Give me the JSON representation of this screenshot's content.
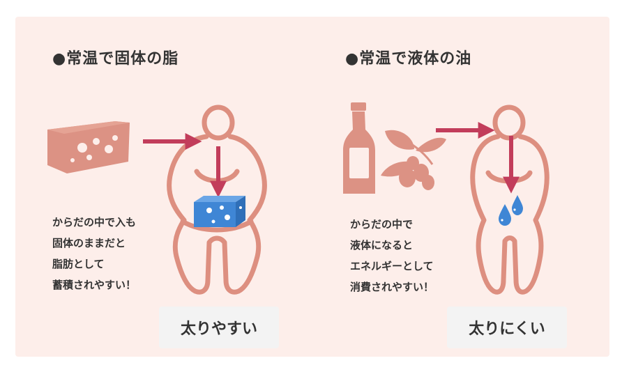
{
  "left": {
    "heading": "●常温で固体の脂",
    "desc": [
      "からだの中で入も",
      "固体のままだと",
      "脂肪として",
      "蓄積されやすい！"
    ],
    "result": "太りやすい"
  },
  "right": {
    "heading": "●常温で液体の油",
    "desc": [
      "からだの中で",
      "液体になると",
      "エネルギーとして",
      "消費されやすい！"
    ],
    "result": "太りにくい"
  },
  "colors": {
    "background": "#fdeeea",
    "body_outline": "#dd8f80",
    "food": "#dc9284",
    "arrow": "#c23d5b",
    "cube": "#3f86d5",
    "drops": "#3f86d5"
  },
  "icons": [
    "cheese-icon",
    "oil-bottle-icon",
    "olive-branch-icon",
    "fat-cube-icon",
    "oil-drops-icon",
    "body-silhouette-icon"
  ]
}
